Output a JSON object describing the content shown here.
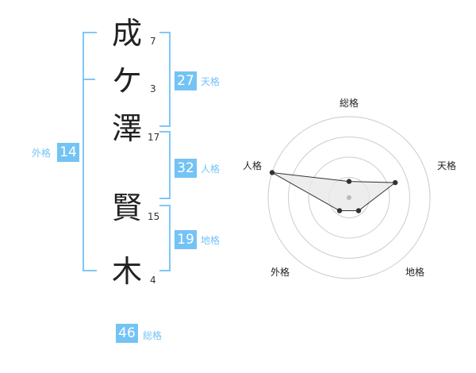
{
  "name_chars": [
    {
      "char": "成",
      "strokes": "7"
    },
    {
      "char": "ケ",
      "strokes": "3"
    },
    {
      "char": "澤",
      "strokes": "17"
    },
    {
      "char": "賢",
      "strokes": "15"
    },
    {
      "char": "木",
      "strokes": "4"
    }
  ],
  "fortunes": {
    "tenkaku": {
      "value": "27",
      "label": "天格"
    },
    "jinkaku": {
      "value": "32",
      "label": "人格"
    },
    "chikaku": {
      "value": "19",
      "label": "地格"
    },
    "gaikaku": {
      "value": "14",
      "label": "外格"
    },
    "soukaku": {
      "value": "46",
      "label": "総格"
    }
  },
  "chart_data": {
    "type": "radar",
    "axes": [
      "総格",
      "天格",
      "地格",
      "外格",
      "人格"
    ],
    "values": [
      1,
      3,
      1,
      1,
      5
    ],
    "max": 5,
    "rings": 4,
    "colors": {
      "grid": "#cccccc",
      "fill": "#e8e8e8",
      "line": "#333333",
      "point": "#333333"
    }
  }
}
